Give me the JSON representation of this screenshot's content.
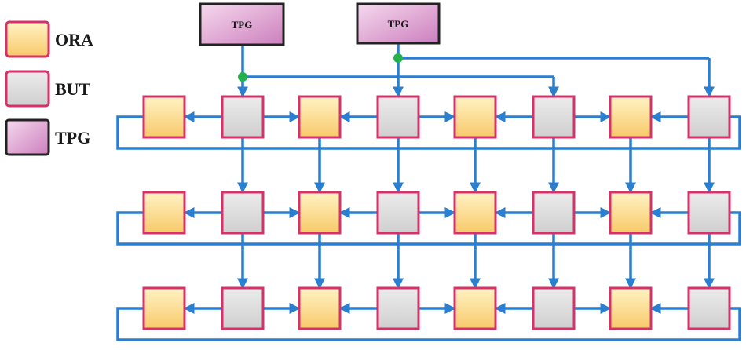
{
  "legend": [
    {
      "kind": "ORA",
      "label": "ORA"
    },
    {
      "kind": "BUT",
      "label": "BUT"
    },
    {
      "kind": "TPG",
      "label": "TPG"
    }
  ],
  "tpg_blocks": [
    {
      "label": "TPG"
    },
    {
      "label": "TPG"
    }
  ],
  "grid": {
    "rows": [
      [
        "ORA",
        "BUT",
        "ORA",
        "BUT",
        "ORA",
        "BUT",
        "ORA",
        "BUT"
      ],
      [
        "ORA",
        "BUT",
        "ORA",
        "BUT",
        "ORA",
        "BUT",
        "ORA",
        "BUT"
      ],
      [
        "ORA",
        "BUT",
        "ORA",
        "BUT",
        "ORA",
        "BUT",
        "ORA",
        "BUT"
      ]
    ]
  },
  "colors": {
    "ora_fill_top": "#fff3c4",
    "ora_fill_bottom": "#f8c96a",
    "but_fill": "#dcdcdc",
    "cell_border": "#d8306a",
    "tpg_fill_top": "#f6d9ee",
    "tpg_fill_bottom": "#cc7fbd",
    "tpg_border": "#222222",
    "wire": "#2a7fd0",
    "junction": "#22b24c"
  }
}
